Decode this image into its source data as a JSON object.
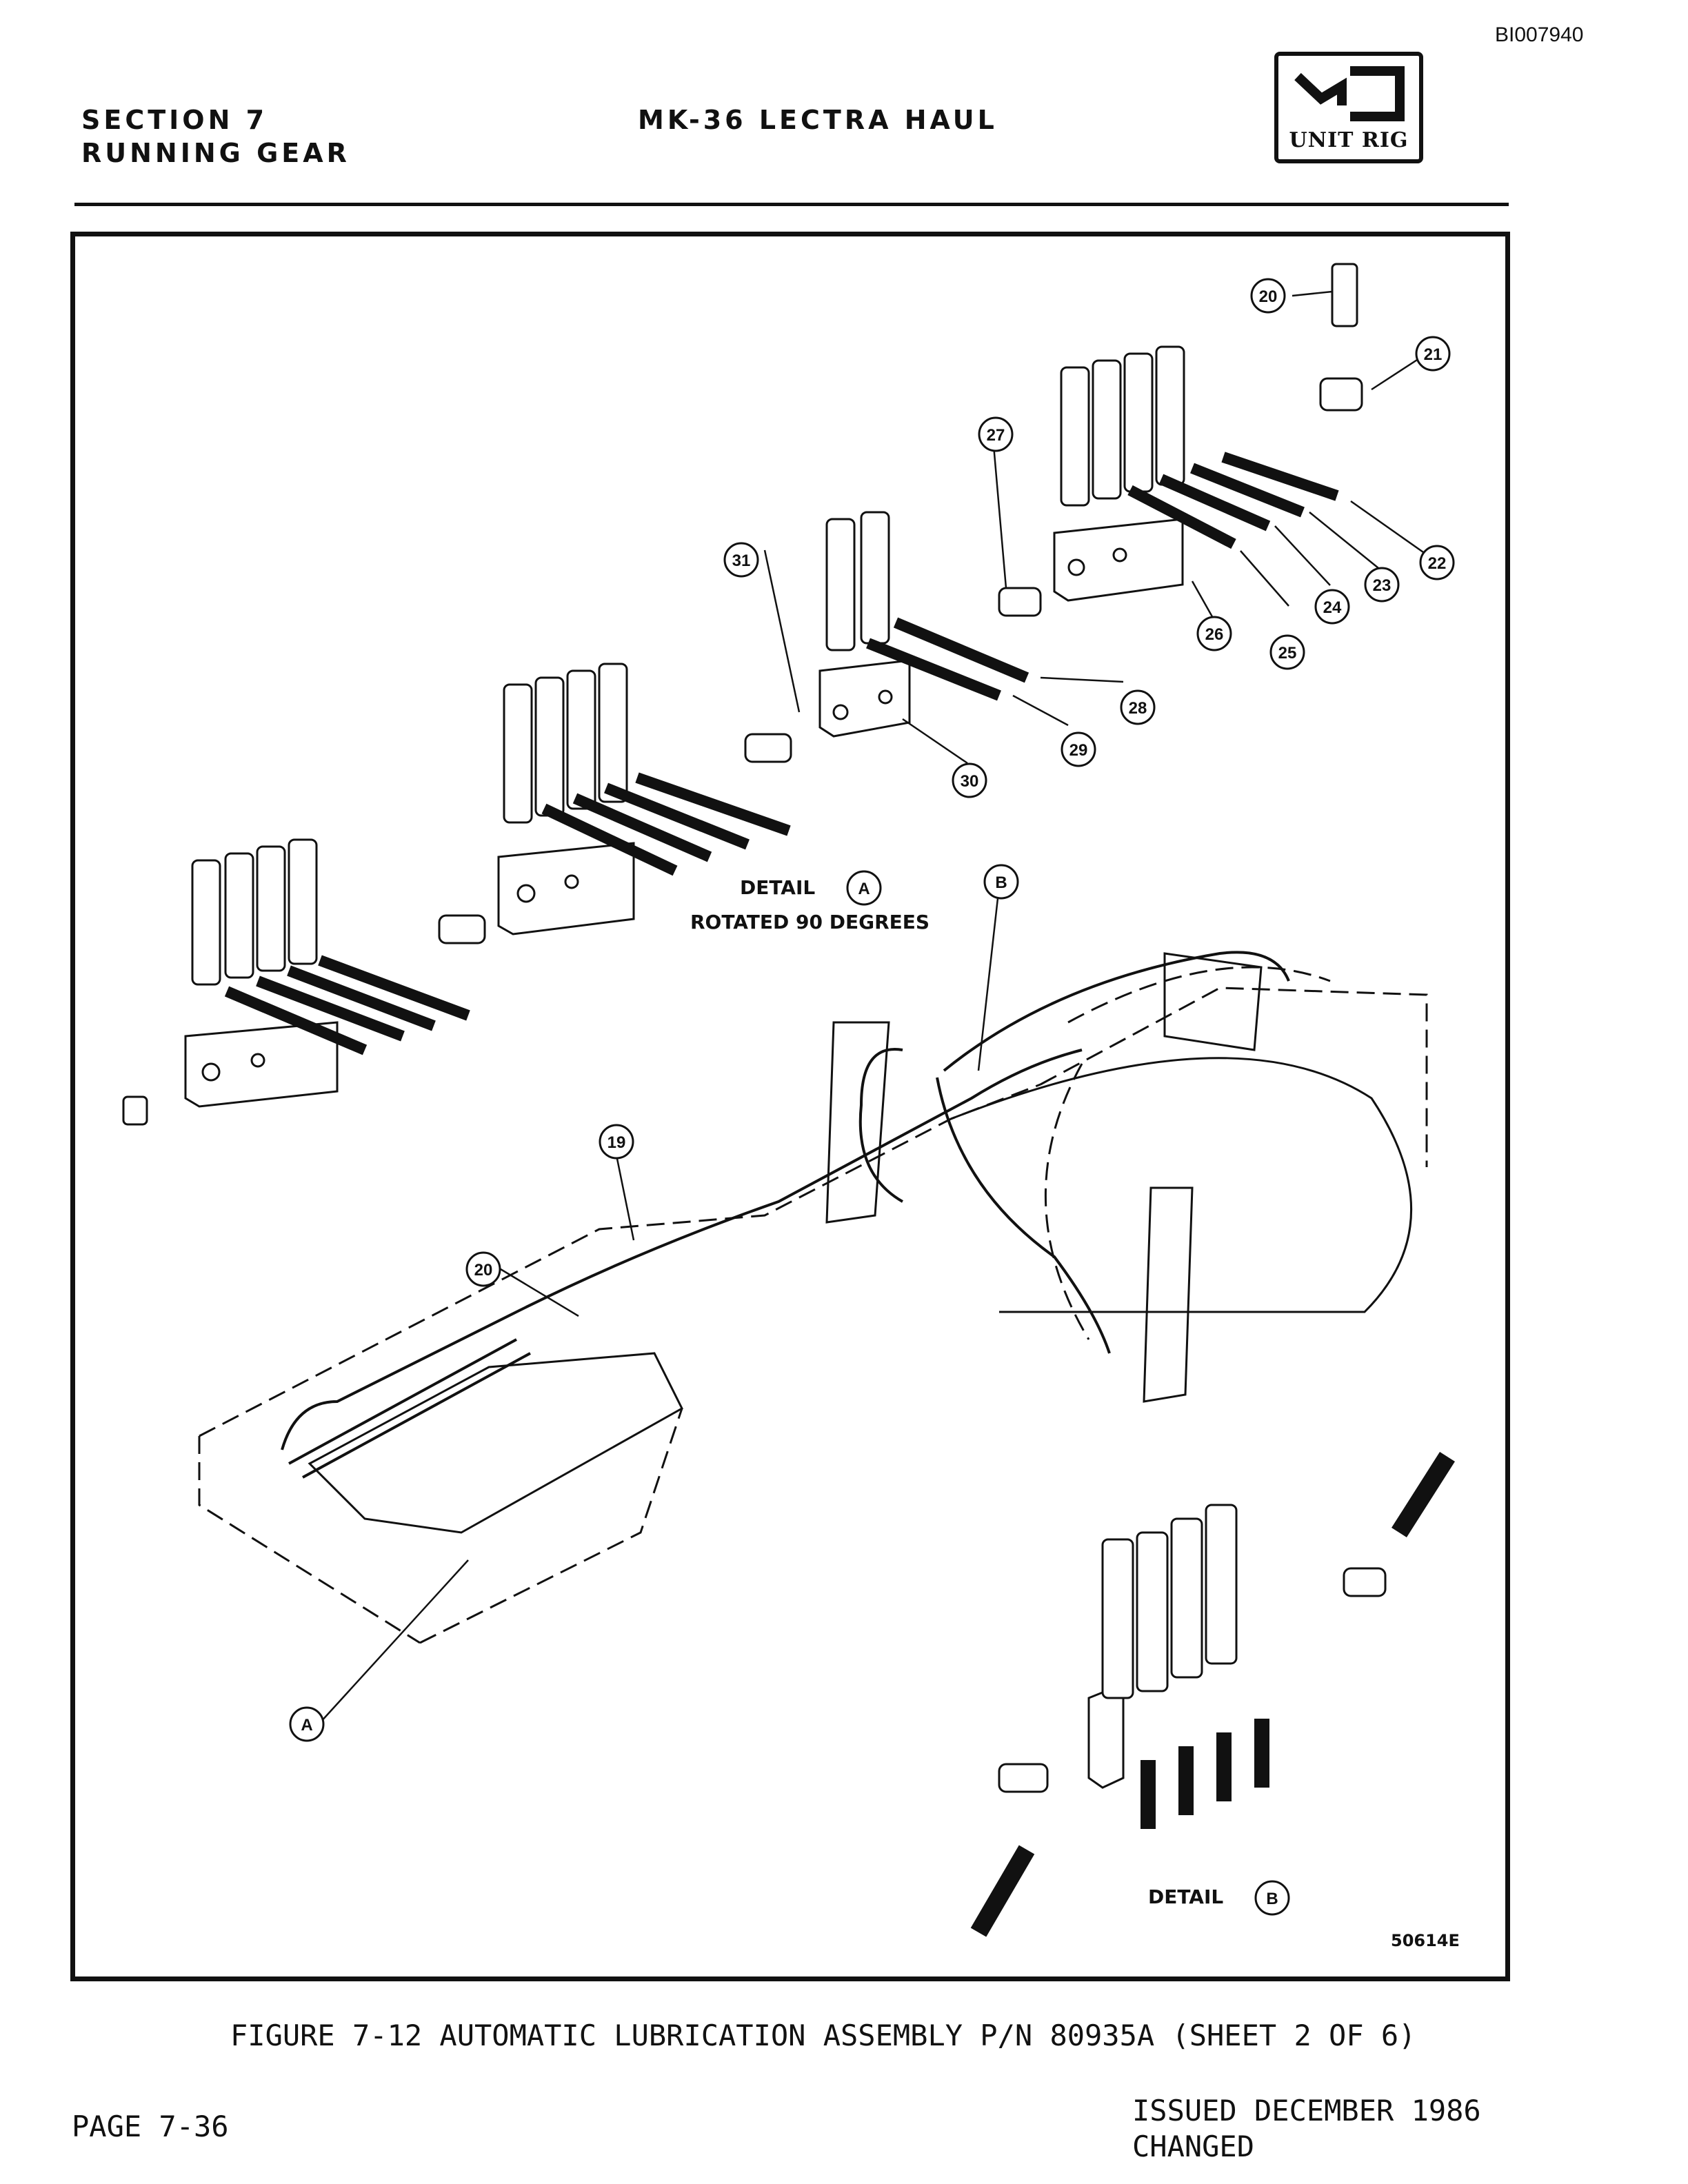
{
  "header": {
    "doc_id": "BI007940",
    "section_line1": "SECTION 7",
    "section_line2": "RUNNING GEAR",
    "title": "MK-36 LECTRA HAUL",
    "logo_text": "UNIT RIG"
  },
  "figure": {
    "detail_a_label": "DETAIL",
    "detail_a_letter": "A",
    "detail_a_rotated": "ROTATED 90 DEGREES",
    "detail_b_label": "DETAIL",
    "detail_b_letter": "B",
    "drawing_number": "50614E",
    "callouts": {
      "c19": "19",
      "c20a": "20",
      "c20b": "20",
      "c21": "21",
      "c22": "22",
      "c23": "23",
      "c24": "24",
      "c25": "25",
      "c26": "26",
      "c27": "27",
      "c28": "28",
      "c29": "29",
      "c30": "30",
      "c31": "31",
      "ca": "A",
      "cb": "B"
    }
  },
  "caption": "FIGURE 7-12 AUTOMATIC LUBRICATION ASSEMBLY P/N 80935A (SHEET 2 OF 6)",
  "footer": {
    "page": "PAGE 7-36",
    "issued": "ISSUED DECEMBER 1986",
    "changed": "CHANGED"
  }
}
